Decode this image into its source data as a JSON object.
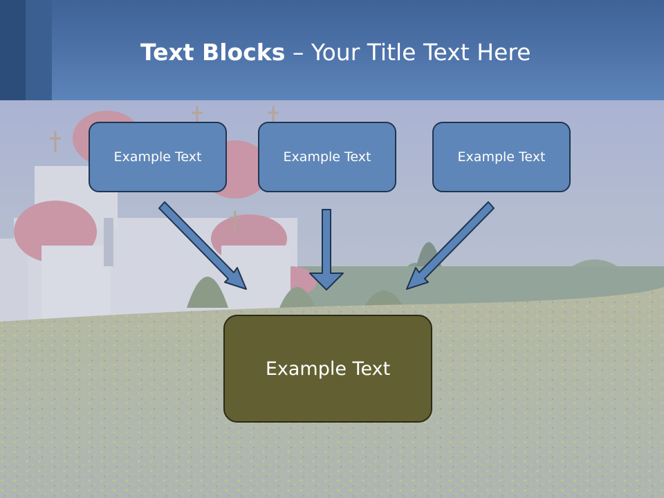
{
  "slide": {
    "title_bold": "Text Blocks",
    "title_dash": " – ",
    "title_rest": "Your Title Text Here"
  },
  "diagram": {
    "top_boxes": [
      {
        "label": "Example Text"
      },
      {
        "label": "Example Text"
      },
      {
        "label": "Example Text"
      }
    ],
    "bottom_box": {
      "label": "Example Text"
    }
  },
  "colors": {
    "header": "#4d72a8",
    "top_box_fill": "#5f86b8",
    "bottom_box_fill": "#626032",
    "arrow_fill": "#5a84b8"
  }
}
